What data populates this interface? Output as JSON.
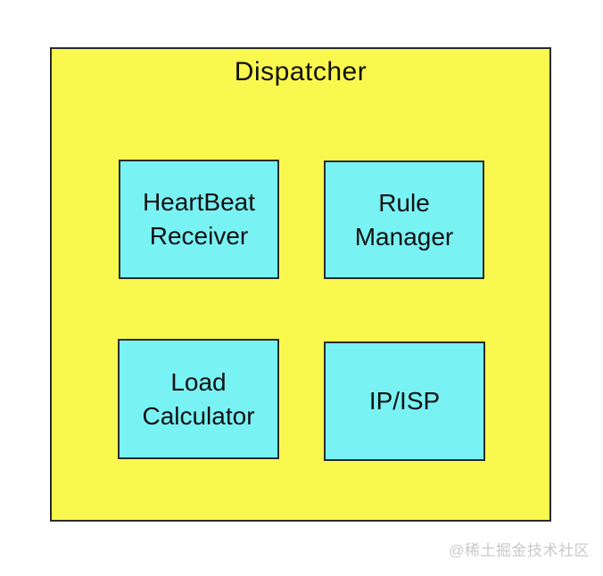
{
  "diagram": {
    "container": {
      "title": "Dispatcher",
      "fill": "#F9F84E",
      "border": "#2B2B2B"
    },
    "nodes": [
      {
        "id": "heartbeat-receiver",
        "label": "HeartBeat\nReceiver",
        "fill": "#79F2F4"
      },
      {
        "id": "rule-manager",
        "label": "Rule\nManager",
        "fill": "#79F2F4"
      },
      {
        "id": "load-calculator",
        "label": "Load\nCalculator",
        "fill": "#79F2F4"
      },
      {
        "id": "ip-isp",
        "label": "IP/ISP",
        "fill": "#79F2F4"
      }
    ],
    "text_color": "#111111"
  },
  "watermark": "@稀土掘金技术社区"
}
